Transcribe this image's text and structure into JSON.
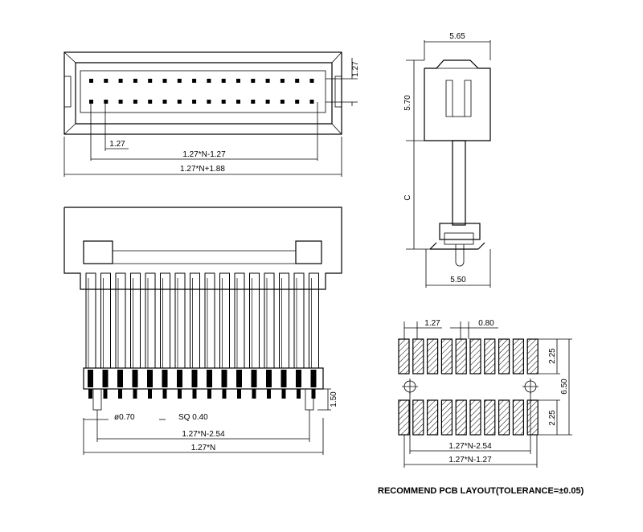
{
  "top_view": {
    "dim_right": "1.27",
    "dim_pitch": "1.27",
    "dim_pitch_span": "1.27*N-1.27",
    "dim_overall": "1.27*N+1.88"
  },
  "side_view": {
    "dim_top_width": "5.65",
    "dim_body_height": "5.70",
    "dim_c": "C",
    "dim_bottom_width": "5.50"
  },
  "front_view": {
    "dim_lead_height": "1.50",
    "dim_post_dia": "ø0.70",
    "dim_pin_square": "SQ 0.40",
    "dim_inner_span": "1.27*N-2.54",
    "dim_total": "1.27*N"
  },
  "pcb_layout": {
    "dim_pitch": "1.27",
    "dim_pad_width": "0.80",
    "dim_pad_len_top": "2.25",
    "dim_row_span": "6.50",
    "dim_pad_len_bottom": "2.25",
    "dim_inner_span": "1.27*N-2.54",
    "dim_outer_span": "1.27*N-1.27",
    "caption": "RECOMMEND  PCB  LAYOUT(TOLERANCE=±0.05)"
  }
}
